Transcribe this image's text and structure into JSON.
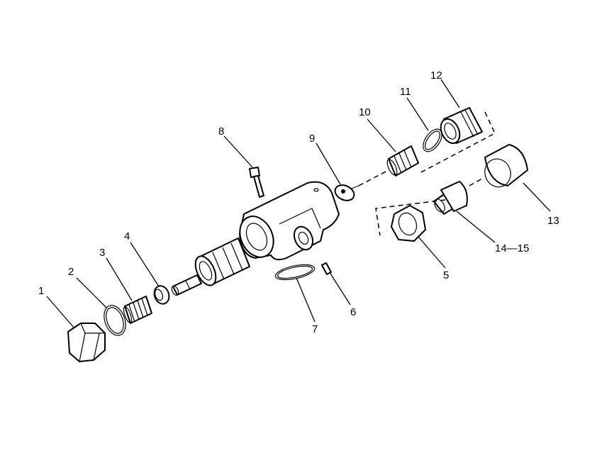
{
  "callouts": [
    {
      "id": "c1",
      "text": "1"
    },
    {
      "id": "c2",
      "text": "2"
    },
    {
      "id": "c3",
      "text": "3"
    },
    {
      "id": "c4",
      "text": "4"
    },
    {
      "id": "c5",
      "text": "5"
    },
    {
      "id": "c6",
      "text": "6"
    },
    {
      "id": "c7",
      "text": "7"
    },
    {
      "id": "c8",
      "text": "8"
    },
    {
      "id": "c9",
      "text": "9"
    },
    {
      "id": "c10",
      "text": "10"
    },
    {
      "id": "c11",
      "text": "11"
    },
    {
      "id": "c12",
      "text": "12"
    },
    {
      "id": "c13",
      "text": "13"
    },
    {
      "id": "c14",
      "text": "14—15"
    }
  ]
}
